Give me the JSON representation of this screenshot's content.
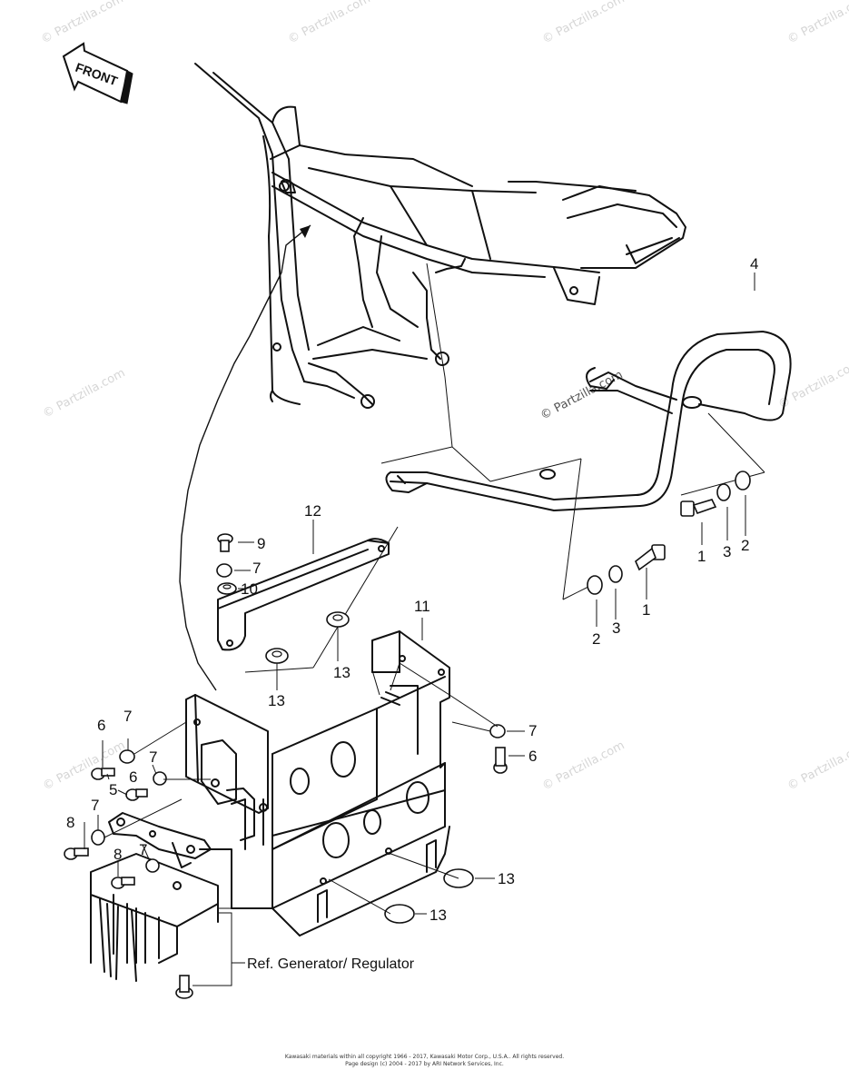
{
  "front_arrow": {
    "text": "FRONT"
  },
  "callouts": {
    "c1a": "1",
    "c1b": "1",
    "c2a": "2",
    "c2b": "2",
    "c3a": "3",
    "c3b": "3",
    "c4": "4",
    "c5": "5",
    "c6a": "6",
    "c6b": "6",
    "c6c": "6",
    "c7a": "7",
    "c7b": "7",
    "c7c": "7",
    "c7d": "7",
    "c7e": "7",
    "c7f": "7",
    "c8a": "8",
    "c8b": "8",
    "c9": "9",
    "c10": "10",
    "c11": "11",
    "c12": "12",
    "c13a": "13",
    "c13b": "13",
    "c13c": "13",
    "c13d": "13"
  },
  "reference_note": "Ref. Generator/ Regulator",
  "watermark": "© Partzilla.com",
  "footer": {
    "line1": "Kawasaki materials within all copyright 1966 - 2017, Kawasaki Motor Corp., U.S.A.. All rights reserved.",
    "line2": "Page design (c) 2004 - 2017 by ARI Network Services, Inc."
  }
}
